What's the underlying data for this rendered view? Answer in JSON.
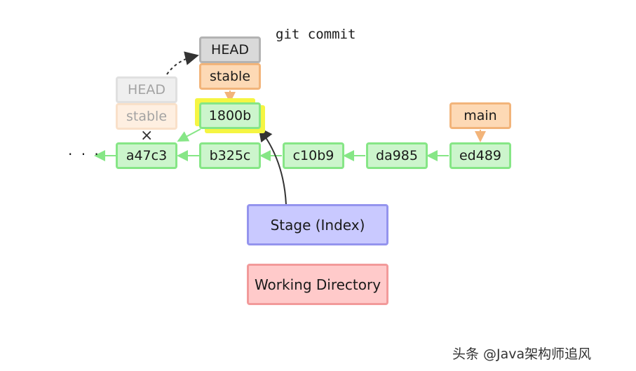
{
  "command": "git commit",
  "ellipsis": "· · ·",
  "cross": "×",
  "commits": {
    "new": "1800b",
    "c1": "a47c3",
    "c2": "b325c",
    "c3": "c10b9",
    "c4": "da985",
    "c5": "ed489"
  },
  "refs": {
    "head_new": "HEAD",
    "stable_new": "stable",
    "head_old": "HEAD",
    "stable_old": "stable",
    "main": "main"
  },
  "areas": {
    "stage": "Stage (Index)",
    "working_directory": "Working Directory"
  },
  "watermark": "头条 @Java架构师追风",
  "colors": {
    "commit_fill": "#ccf5cc",
    "commit_border": "#86e686",
    "branch_fill": "#fdd9b5",
    "branch_border": "#f2b47a",
    "head_fill": "#d9d9d9",
    "head_border": "#b3b3b3",
    "stage_fill": "#c9c9ff",
    "stage_border": "#9494ee",
    "workdir_fill": "#ffcaca",
    "workdir_border": "#f29a9a",
    "highlight": "#f5f542"
  }
}
